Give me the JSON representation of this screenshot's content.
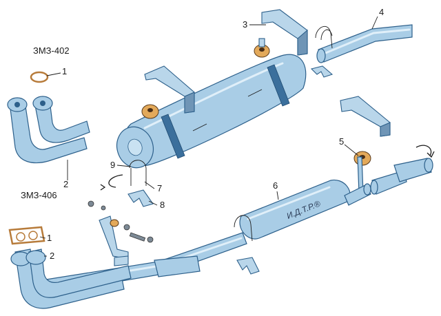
{
  "labels": {
    "engine_402": "ЗМЗ-402",
    "engine_406": "ЗМЗ-406",
    "callouts": {
      "c1_top": "1",
      "c2_top": "2",
      "c1_bottom": "1",
      "c2_bottom": "2",
      "c3": "3",
      "c4": "4",
      "c5": "5",
      "c6": "6",
      "c7": "7",
      "c8": "8",
      "c9": "9"
    },
    "muffler_mark": "И.Д.Т.Р.®"
  },
  "colors": {
    "pipe": "#a9cde6",
    "outline": "#2c5f8a",
    "rubber": "#e3a95a",
    "gasket": "#b77b3a"
  }
}
